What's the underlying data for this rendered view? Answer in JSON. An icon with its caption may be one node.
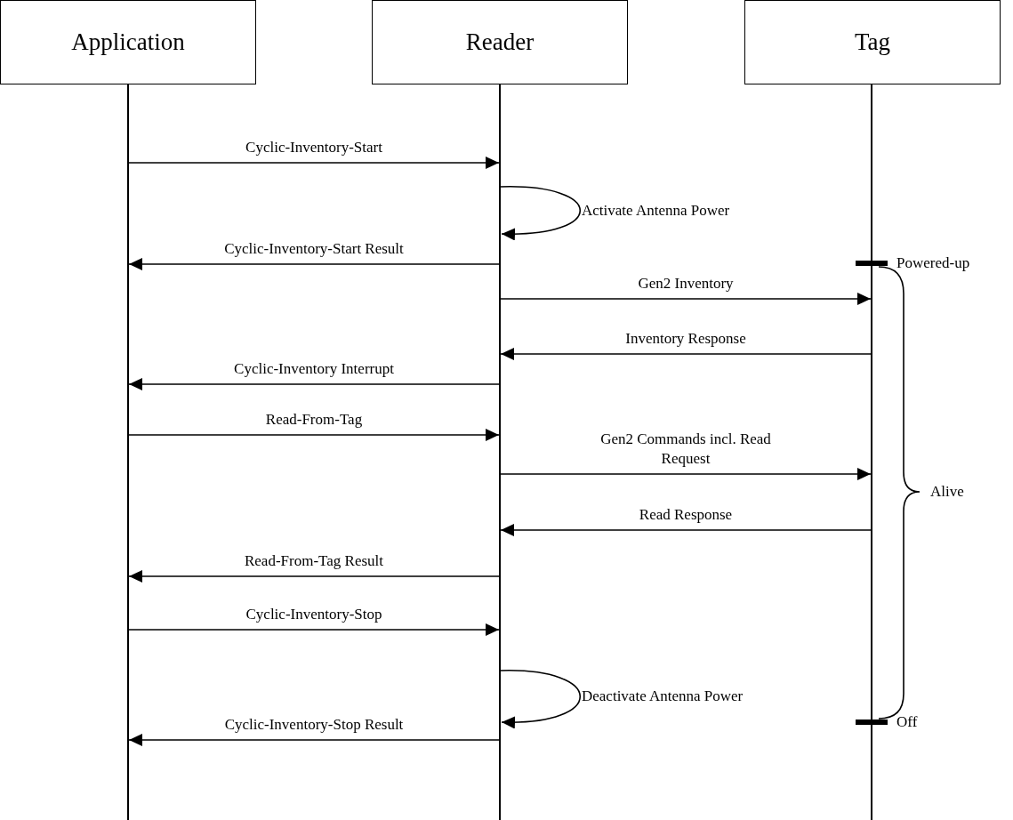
{
  "diagram": {
    "nodes": [
      {
        "text": [
          "Application"
        ]
      },
      {
        "text": [
          "Reader"
        ]
      },
      {
        "text": [
          "Tag"
        ]
      }
    ],
    "edges": [
      {
        "from": 0,
        "to": 1,
        "arrow": "to",
        "label": "Cyclic-Inventory-Start"
      },
      {
        "from": 1,
        "to": 1,
        "arrow": "to",
        "label": "Activate Antenna Power"
      },
      {
        "from": 1,
        "to": 0,
        "arrow": "to",
        "label": "Cyclic-Inventory-Start Result"
      },
      {
        "from": 1,
        "to": 2,
        "arrow": "to",
        "label": "Gen2 Inventory"
      },
      {
        "from": 2,
        "to": 1,
        "arrow": "to",
        "label": "Inventory Response"
      },
      {
        "from": 1,
        "to": 0,
        "arrow": "to",
        "label": "Cyclic-Inventory Interrupt"
      },
      {
        "from": 0,
        "to": 1,
        "arrow": "to",
        "label": "Read-From-Tag"
      },
      {
        "from": 1,
        "to": 2,
        "arrow": "to",
        "label": "Gen2 Commands incl. Read Request"
      },
      {
        "from": 2,
        "to": 1,
        "arrow": "to",
        "label": "Read Response"
      },
      {
        "from": 1,
        "to": 0,
        "arrow": "to",
        "label": "Read-From-Tag Result"
      },
      {
        "from": 0,
        "to": 1,
        "arrow": "to",
        "label": "Cyclic-Inventory-Stop"
      },
      {
        "from": 1,
        "to": 1,
        "arrow": "to",
        "label": "Deactivate Antenna Power"
      },
      {
        "from": 1,
        "to": 0,
        "arrow": "to",
        "label": "Cyclic-Inventory-Stop Result"
      }
    ],
    "labels": [
      "Powered-up",
      "Alive",
      "Off"
    ]
  }
}
